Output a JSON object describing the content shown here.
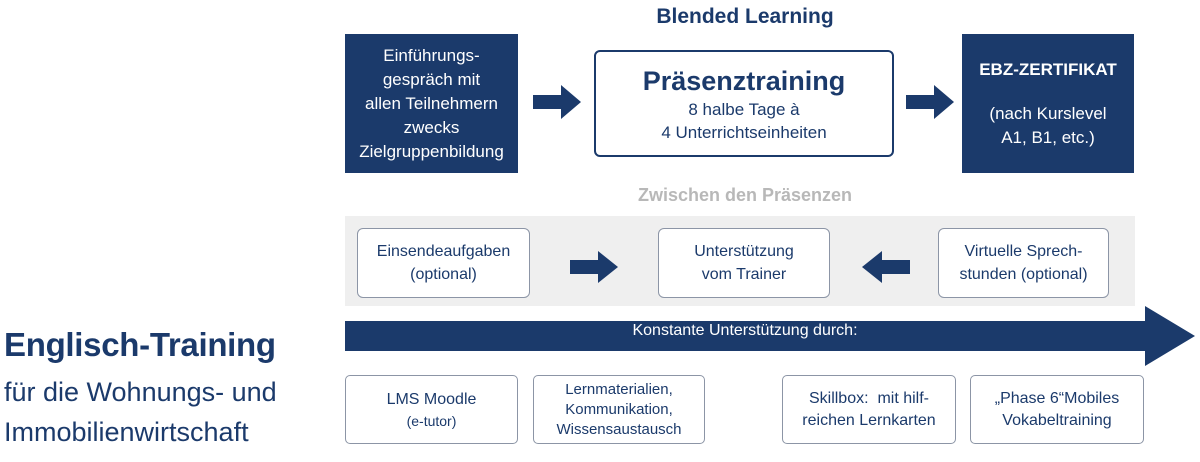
{
  "title": "Englisch-Training",
  "subtitle_line1": "für die Wohnungs- und",
  "subtitle_line2": "Immobilienwirtschaft",
  "blended": {
    "title": "Blended Learning",
    "intro_lines": [
      "Einführungs-",
      "gespräch mit",
      "allen Teilnehmern",
      "zwecks",
      "Zielgruppenbildung"
    ],
    "praesenz_title": "Präsenztraining",
    "praesenz_line1": "8 halbe Tage à",
    "praesenz_line2": "4 Unterrichtseinheiten",
    "cert_title": "EBZ-ZERTIFIKAT",
    "cert_line1": "(nach Kurslevel",
    "cert_line2": "A1, B1, etc.)"
  },
  "between": {
    "title": "Zwischen den Präsenzen",
    "einsende_line1": "Einsendeaufgaben",
    "einsende_line2": "(optional)",
    "unterst_line1": "Unterstützung",
    "unterst_line2": "vom Trainer",
    "virtuell_line1": "Virtuelle Sprech-",
    "virtuell_line2": "stunden (optional)"
  },
  "constant": {
    "label": "Konstante Unterstützung durch:",
    "lms_title": "LMS Moodle",
    "lms_sub": "(e-tutor)",
    "lern_line1": "Lernmaterialien,",
    "lern_line2": "Kommunikation,",
    "lern_line3": "Wissensaustausch",
    "skill_line1": "Skillbox:  mit hilf-",
    "skill_line2": "reichen Lernkarten",
    "phase_line1": "„Phase 6“Mobiles",
    "phase_line2": "Vokabeltraining"
  },
  "colors": {
    "navy": "#1b3a6b",
    "gray_band": "#efefef",
    "muted_title": "#b8b8b8",
    "box_border": "#8c95a6"
  }
}
